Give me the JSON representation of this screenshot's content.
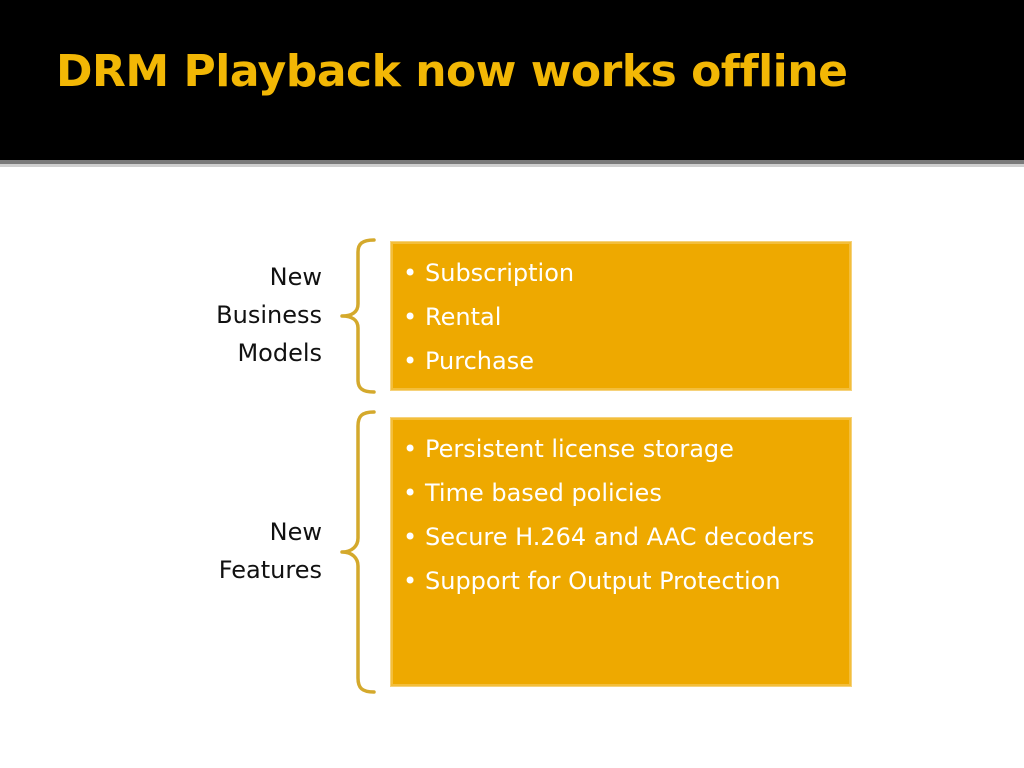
{
  "slide": {
    "title": "DRM Playback now works offline",
    "groups": [
      {
        "label_lines": [
          "New",
          "Business",
          "Models"
        ],
        "items": [
          "Subscription",
          "Rental",
          "Purchase"
        ]
      },
      {
        "label_lines": [
          "New",
          "Features"
        ],
        "items": [
          "Persistent license storage",
          "Time based policies",
          "Secure H.264 and AAC decoders",
          "Support for Output Protection"
        ]
      }
    ]
  },
  "colors": {
    "title_bar": "#000000",
    "title_text": "#f2b705",
    "box_fill": "#eea900",
    "brace": "#d4a92c",
    "item_text": "#ffffff"
  }
}
